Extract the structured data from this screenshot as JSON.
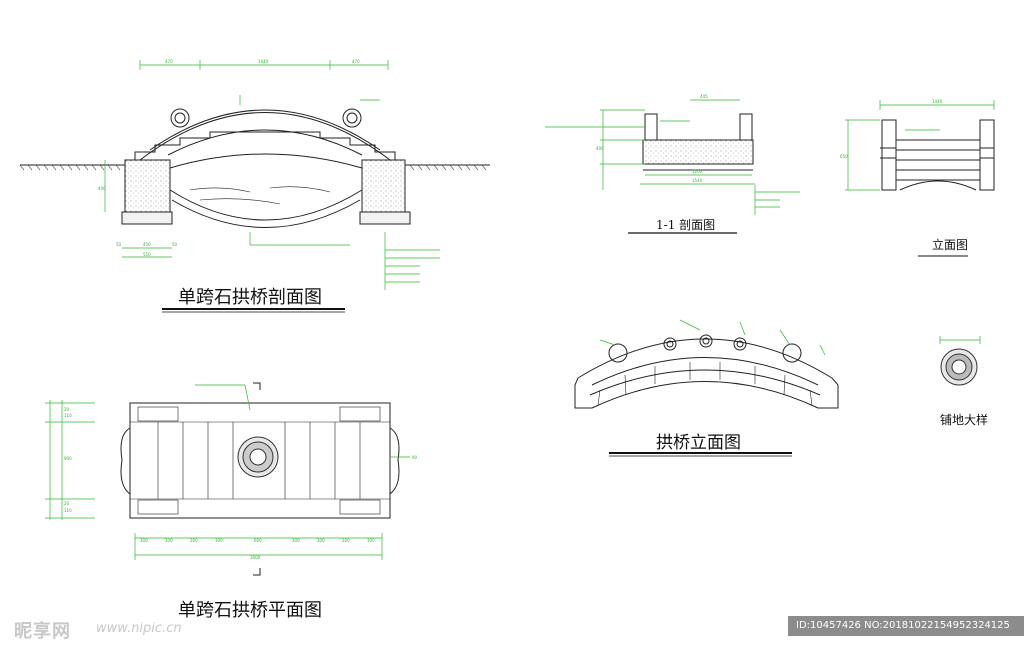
{
  "titles": {
    "section_view": "单跨石拱桥剖面图",
    "plan_view": "单跨石拱桥平面图",
    "arch_elevation": "拱桥立面图",
    "section_1_1": "1-1 剖面图",
    "elevation": "立面图",
    "paving_detail": "铺地大样"
  },
  "watermark": {
    "logo": "昵享网",
    "url": "www.nipic.cn",
    "id_text": "ID:10457426 NO:20181022154952324125"
  },
  "dims": {
    "top_a": "470",
    "top_b": "1440",
    "top_c": "470",
    "left_h": "400",
    "bot_a": "50",
    "bot_b": "450",
    "bot_c": "50",
    "bot_d": "550",
    "plan_segments": [
      "300",
      "300",
      "300",
      "300",
      "600",
      "300",
      "300",
      "300",
      "300"
    ],
    "plan_total": "3000",
    "plan_left": [
      "20",
      "110",
      "900",
      "20",
      "110"
    ],
    "plan_right": "90",
    "s11_top": "445",
    "s11_mid": "1200",
    "s11_bot": "1540",
    "s11_h": "400",
    "elev_top": "1440",
    "elev_h": "650"
  },
  "colors": {
    "dim_line": "#2db82d",
    "outline": "#222222",
    "id_bar": "#8c8c8c"
  }
}
